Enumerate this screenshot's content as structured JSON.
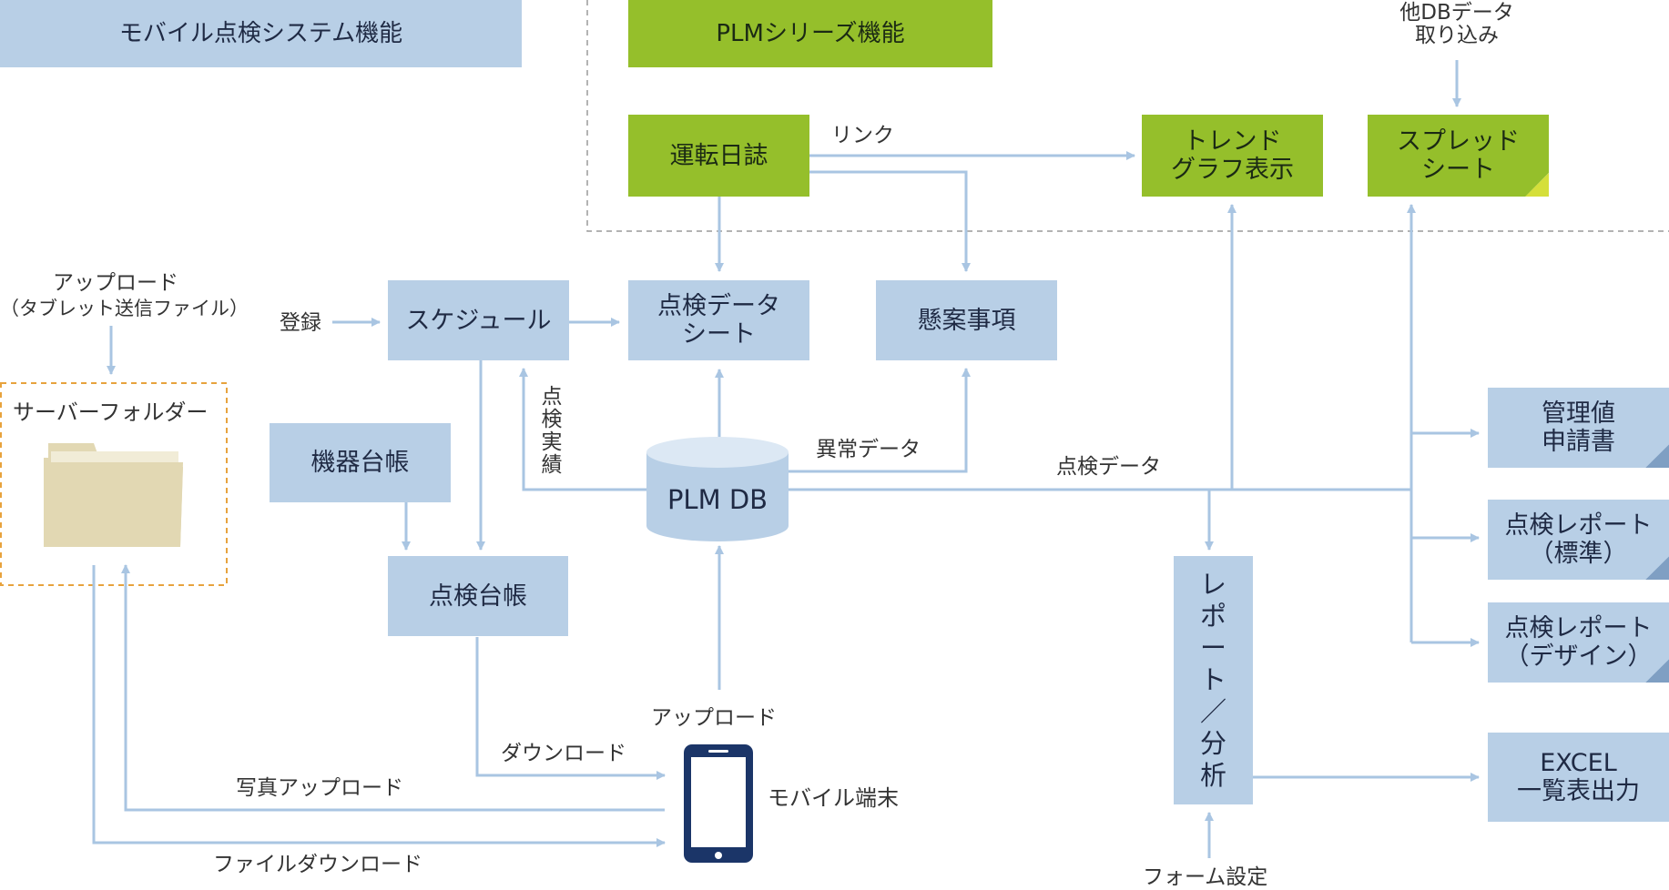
{
  "headers": {
    "mobile": "モバイル点検システム機能",
    "plm": "PLMシリーズ機能"
  },
  "nodes": {
    "unten": "運転日誌",
    "trend": [
      "トレンド",
      "グラフ表示"
    ],
    "spread": [
      "スプレッド",
      "シート"
    ],
    "schedule": "スケジュール",
    "tenken_sheet": [
      "点検データ",
      "シート"
    ],
    "kenan": "懸案事項",
    "kiki": "機器台帳",
    "tenken_daicho": "点検台帳",
    "plmdb": "PLM DB",
    "report": [
      "レ",
      "ポ",
      "ー",
      "ト",
      "／",
      "分",
      "析"
    ],
    "kanri": [
      "管理値",
      "申請書"
    ],
    "report_std": [
      "点検レポート",
      "（標準）"
    ],
    "report_design": [
      "点検レポート",
      "（デザイン）"
    ],
    "excel": [
      "EXCEL",
      "一覧表出力"
    ],
    "server_folder": "サーバーフォルダー",
    "mobile_terminal": "モバイル端末"
  },
  "labels": {
    "other_db": [
      "他DBデータ",
      "取り込み"
    ],
    "link": "リンク",
    "upload_top": "アップロード",
    "upload_top_sub": "（タブレット送信ファイル）",
    "touroku": "登録",
    "tenken_jisseki": [
      "点",
      "検",
      "実",
      "績"
    ],
    "ijou": "異常データ",
    "tenken_data": "点検データ",
    "upload_mid": "アップロード",
    "download": "ダウンロード",
    "photo_upload": "写真アップロード",
    "file_download": "ファイルダウンロード",
    "form": "フォーム設定"
  },
  "colors": {
    "box_blue": "#b8cfe6",
    "box_green": "#95bf2b",
    "arrow": "#a9c5e2",
    "dashed_orange": "#e7a33e",
    "dashed_gray": "#9a9a9a",
    "device": "#1b3568",
    "folder": "#e2d8b3"
  },
  "icons": {
    "server_folder": "folder-icon",
    "mobile_terminal": "smartphone-icon",
    "plm_db": "database-cylinder-icon"
  }
}
